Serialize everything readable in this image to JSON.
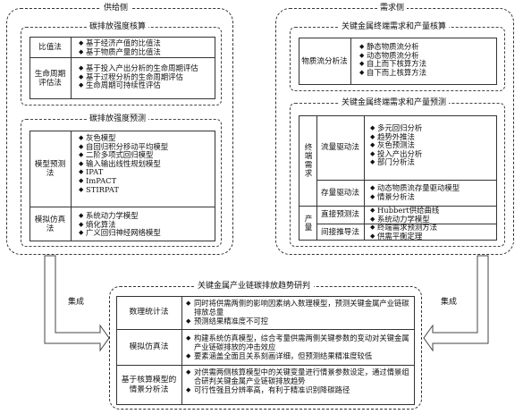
{
  "supply": {
    "title": "供给侧",
    "accounting": {
      "title": "碳排放强度核算",
      "rows": [
        {
          "category": "比值法",
          "items": [
            "基于经济产值的比值法",
            "基于物质产量的比值法"
          ]
        },
        {
          "category": "生命周期评估法",
          "items": [
            "基于投入产出分析的生命周期评估",
            "基于过程分析的生命周期评估",
            "生命周期可持续性评估"
          ]
        }
      ]
    },
    "forecast": {
      "title": "碳排放强度预测",
      "rows": [
        {
          "category": "模型预测法",
          "items": [
            "灰色模型",
            "自回归积分移动平均模型",
            "二阶多项式回归模型",
            "输入输出线性规划模型",
            "IPAT",
            "ImPACT",
            "STIRPAT"
          ]
        },
        {
          "category": "模拟仿真法",
          "items": [
            "系统动力学模型",
            "熵化算法",
            "广义回归神经网络模型"
          ]
        }
      ]
    }
  },
  "demand": {
    "title": "需求侧",
    "accounting": {
      "title": "关键金属终端需求和产量核算",
      "rows": [
        {
          "category": "物质流分析法",
          "items": [
            "静态物质流分析",
            "动态物质流分析",
            "自上而下核算方法",
            "自下而上核算方法"
          ]
        }
      ]
    },
    "forecast": {
      "title": "关键金属终端需求和产量预测",
      "groups": [
        {
          "group": "终端需求",
          "rows": [
            {
              "category": "流量驱动法",
              "items": [
                "多元回归分析",
                "趋势外推法",
                "灰色预测法",
                "投入产出分析",
                "部门分析法"
              ]
            },
            {
              "category": "存量驱动法",
              "items": [
                "动态物质流存量驱动模型",
                "情景分析法"
              ]
            }
          ]
        },
        {
          "group": "产量",
          "rows": [
            {
              "category": "直接预测法",
              "items": [
                "Hubbert供给曲线",
                "系统动力学模型"
              ]
            },
            {
              "category": "间接推导法",
              "items": [
                "终端需求预测方法",
                "供需平衡定理"
              ]
            }
          ]
        }
      ]
    }
  },
  "integration": {
    "left_label": "集成",
    "right_label": "集成",
    "title": "关键金属产业链碳排放趋势研判",
    "rows": [
      {
        "category": "数理统计法",
        "items": [
          "同时将供需两侧的影响因素纳入数理模型，预测关键金属产业链碳排放总量",
          "预测结果精准度不可控"
        ]
      },
      {
        "category": "模拟仿真法",
        "items": [
          "构建系统仿真模型，综合考量供需两侧关键参数的变动对关键金属产业链碳排放的冲击效应",
          "要素涵盖全面且关系刻画详细，但预测结果精准度较低"
        ]
      },
      {
        "category": "基于核算模型的情景分析法",
        "items": [
          "对供需两侧核算模型中的关键变量进行情景参数设定，通过情景组合研判关键金属产业链碳排放趋势",
          "可行性强且分辨率高，有利于精准识别降碳路径"
        ]
      }
    ]
  }
}
